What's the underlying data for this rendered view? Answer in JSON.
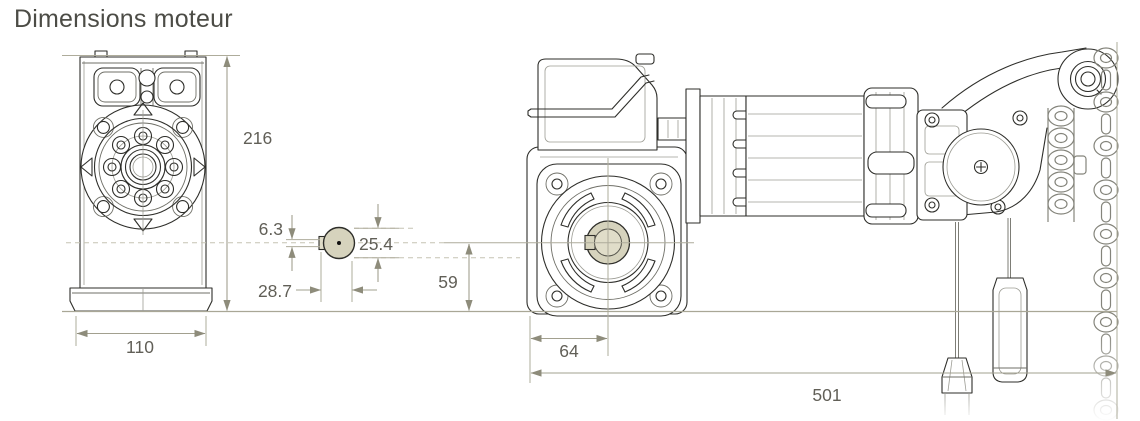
{
  "title": "Dimensions moteur",
  "dimensions": {
    "front_height": "216",
    "front_width": "110",
    "shaft_key_width": "6.3",
    "shaft_diameter": "25.4",
    "shaft_length": "28.7",
    "shaft_axis_height": "59",
    "shaft_axis_offset": "64",
    "overall_length": "501"
  },
  "colors": {
    "background": "#ffffff",
    "drawing_lines": "#2e2e2a",
    "dimension_lines": "#a2a08f",
    "dimension_arrows": "#8e8c7b",
    "dimension_text": "#615f57",
    "title_text": "#4c4c46",
    "centerlines": "#c6c4b4",
    "shaft_fill": "#d6d3bd"
  }
}
